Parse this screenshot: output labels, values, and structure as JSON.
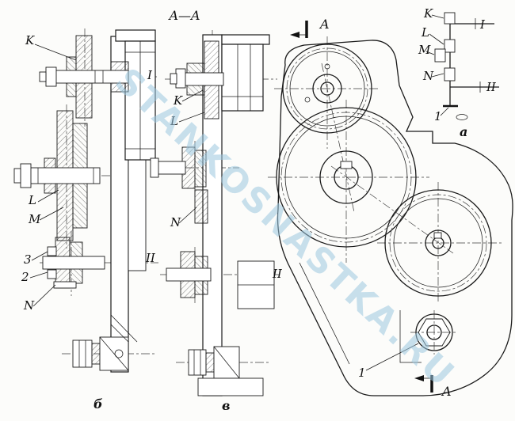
{
  "page": {
    "title": "A—A",
    "watermark": "STANKOSNASTKA.RU"
  },
  "view_b": {
    "caption": "б",
    "callout_K": "K",
    "callout_L": "L",
    "callout_M": "M",
    "callout_3": "3",
    "callout_2": "2",
    "callout_N": "N",
    "shaft_I": "I",
    "shaft_II": "II"
  },
  "view_v": {
    "caption": "в",
    "callout_K": "K",
    "callout_L": "L",
    "callout_N": "N",
    "shaft_II": "II"
  },
  "view_a": {
    "caption": "а",
    "section_arrow_top": "A",
    "section_arrow_bottom": "A",
    "callout_1": "1"
  },
  "schematic": {
    "callout_K": "K",
    "callout_L": "L",
    "callout_M": "M",
    "callout_N": "N",
    "shaft_I": "I",
    "shaft_II": "II",
    "callout_1": "1"
  }
}
